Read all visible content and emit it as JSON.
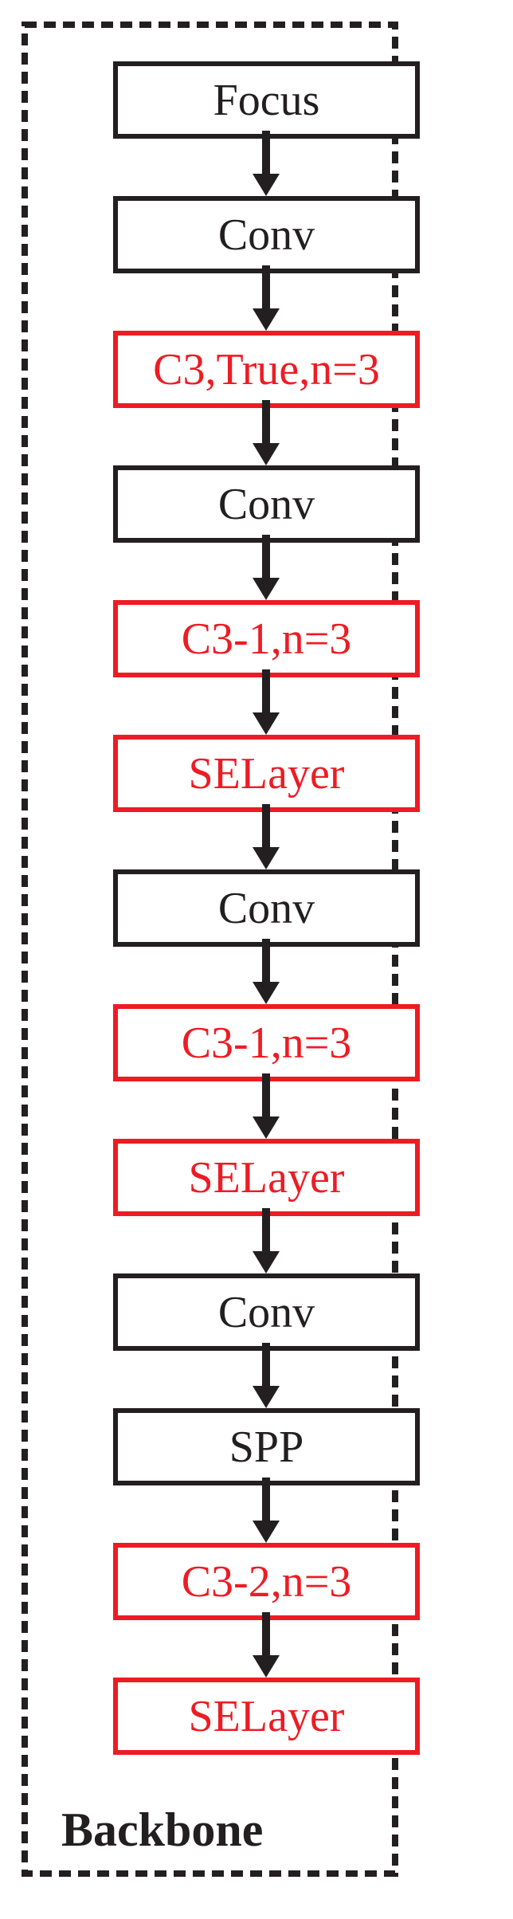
{
  "figure": {
    "section_label": "Backbone",
    "colors": {
      "black": "#231F20",
      "red": "#ED1C24",
      "background": "#FFFFFF"
    },
    "nodes": [
      {
        "label": "Focus",
        "style": "black"
      },
      {
        "label": "Conv",
        "style": "black"
      },
      {
        "label": "C3,True,n=3",
        "style": "red"
      },
      {
        "label": "Conv",
        "style": "black"
      },
      {
        "label": "C3-1,n=3",
        "style": "red"
      },
      {
        "label": "SELayer",
        "style": "red"
      },
      {
        "label": "Conv",
        "style": "black"
      },
      {
        "label": "C3-1,n=3",
        "style": "red"
      },
      {
        "label": "SELayer",
        "style": "red"
      },
      {
        "label": "Conv",
        "style": "black"
      },
      {
        "label": "SPP",
        "style": "black"
      },
      {
        "label": "C3-2,n=3",
        "style": "red"
      },
      {
        "label": "SELayer",
        "style": "red"
      }
    ]
  }
}
